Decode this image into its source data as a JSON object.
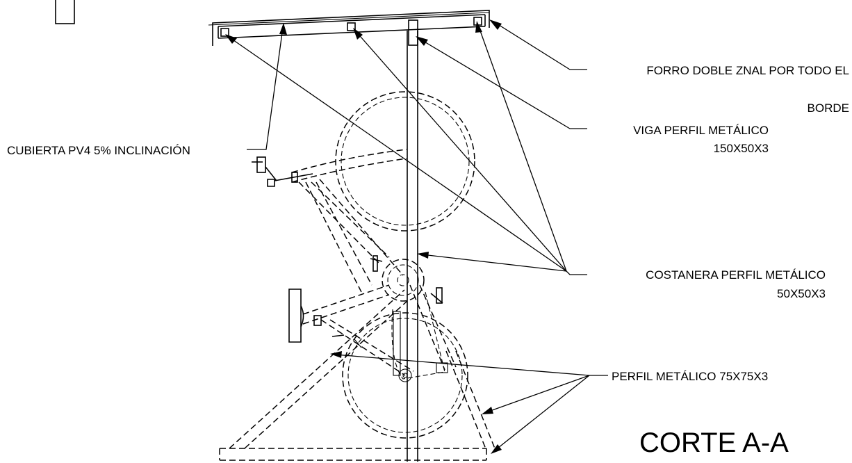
{
  "drawing": {
    "title": "CORTE A-A",
    "labels": {
      "forro_line1": "FORRO DOBLE ZNAL POR TODO EL",
      "forro_line2": "BORDE",
      "cubierta": "CUBIERTA PV4 5% INCLINACIÓN",
      "viga_line1": "VIGA PERFIL METÁLICO",
      "viga_line2": "150X50X3",
      "costanera_line1": "COSTANERA PERFIL METÁLICO",
      "costanera_line2": "50X50X3",
      "perfil": "PERFIL METÁLICO 75X75X3"
    },
    "colors": {
      "ink": "#000000",
      "paper": "#ffffff"
    }
  }
}
